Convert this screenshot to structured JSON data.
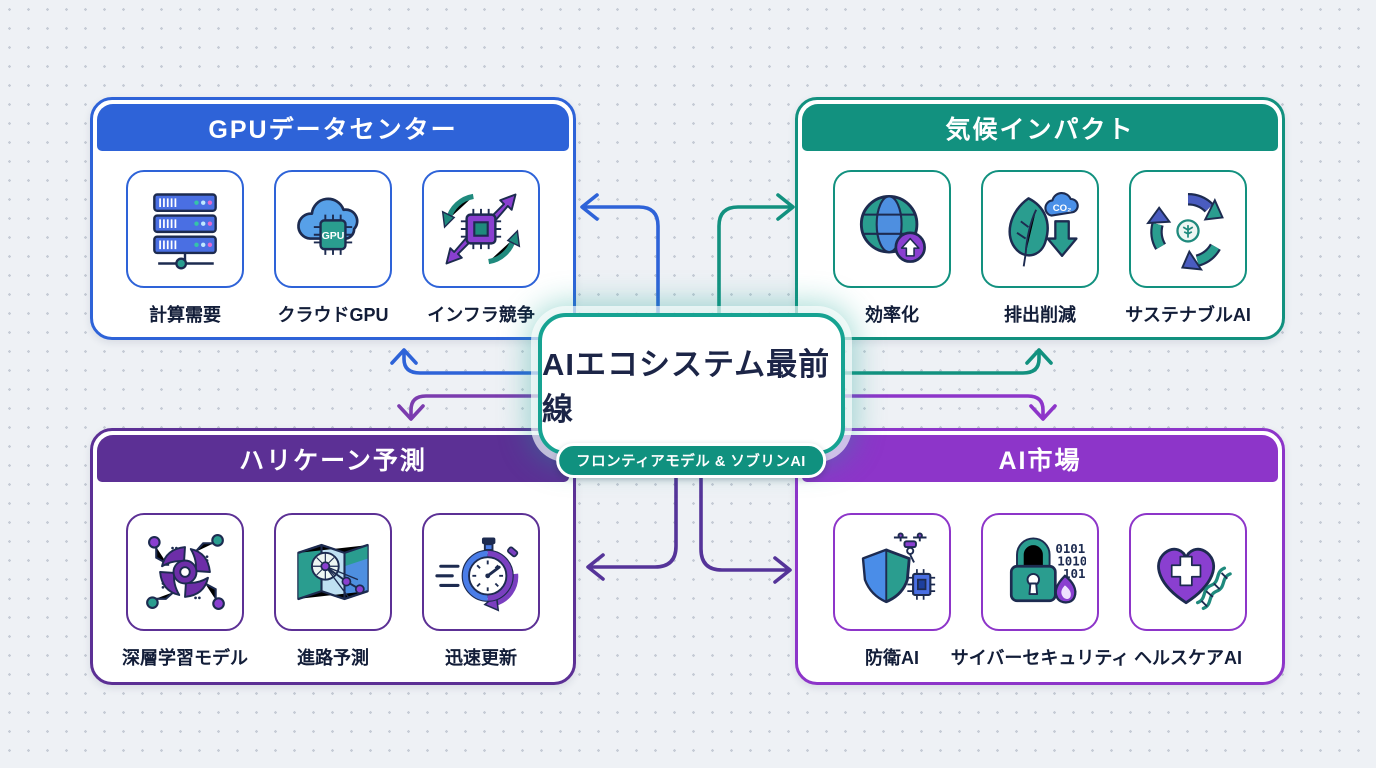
{
  "center": {
    "title": "AIエコシステム最前線",
    "badge": "フロンティアモデル & ソブリンAI"
  },
  "cards": [
    {
      "id": "gpu-datacenter",
      "title": "GPUデータセンター",
      "accent": "#2e63d8",
      "items": [
        {
          "label": "計算需要",
          "icon": "server-rack-icon"
        },
        {
          "label": "クラウドGPU",
          "icon": "cloud-gpu-icon"
        },
        {
          "label": "インフラ競争",
          "icon": "chip-cycle-arrows-icon"
        }
      ]
    },
    {
      "id": "climate-impact",
      "title": "気候インパクト",
      "accent": "#12917f",
      "items": [
        {
          "label": "効率化",
          "icon": "globe-up-arrow-icon"
        },
        {
          "label": "排出削減",
          "icon": "leaf-co2-down-icon"
        },
        {
          "label": "サステナブルAI",
          "icon": "recycle-leaf-icon"
        }
      ]
    },
    {
      "id": "hurricane-forecast",
      "title": "ハリケーン予測",
      "accent": "#5c3095",
      "items": [
        {
          "label": "深層学習モデル",
          "icon": "hurricane-network-icon"
        },
        {
          "label": "進路予測",
          "icon": "map-route-icon"
        },
        {
          "label": "迅速更新",
          "icon": "stopwatch-fast-icon"
        }
      ]
    },
    {
      "id": "ai-market",
      "title": "AI市場",
      "accent": "#8d35c9",
      "items": [
        {
          "label": "防衛AI",
          "icon": "shield-drone-icon"
        },
        {
          "label": "サイバーセキュリティ",
          "icon": "lock-binary-flame-icon"
        },
        {
          "label": "ヘルスケアAI",
          "icon": "heart-dna-icon"
        }
      ]
    }
  ],
  "icon_texts": {
    "gpu": "GPU",
    "co2": "CO₂",
    "binary": [
      "0101",
      "1010",
      "101"
    ]
  },
  "colors": {
    "background": "#eef1f5",
    "dot_grid": "#c6ccd6",
    "blue": "#2e63d8",
    "teal": "#12917f",
    "purple_dark": "#5c3095",
    "purple_bright": "#8d35c9",
    "arrow_side_purple_left": "#7b3cae",
    "arrow_side_purple_right": "#8d35c9",
    "arrow_bottom_purple": "#553499",
    "center_border": "#16a392",
    "badge_background": "#10917f",
    "label_text": "#121d38",
    "center_text": "#1c2547"
  }
}
